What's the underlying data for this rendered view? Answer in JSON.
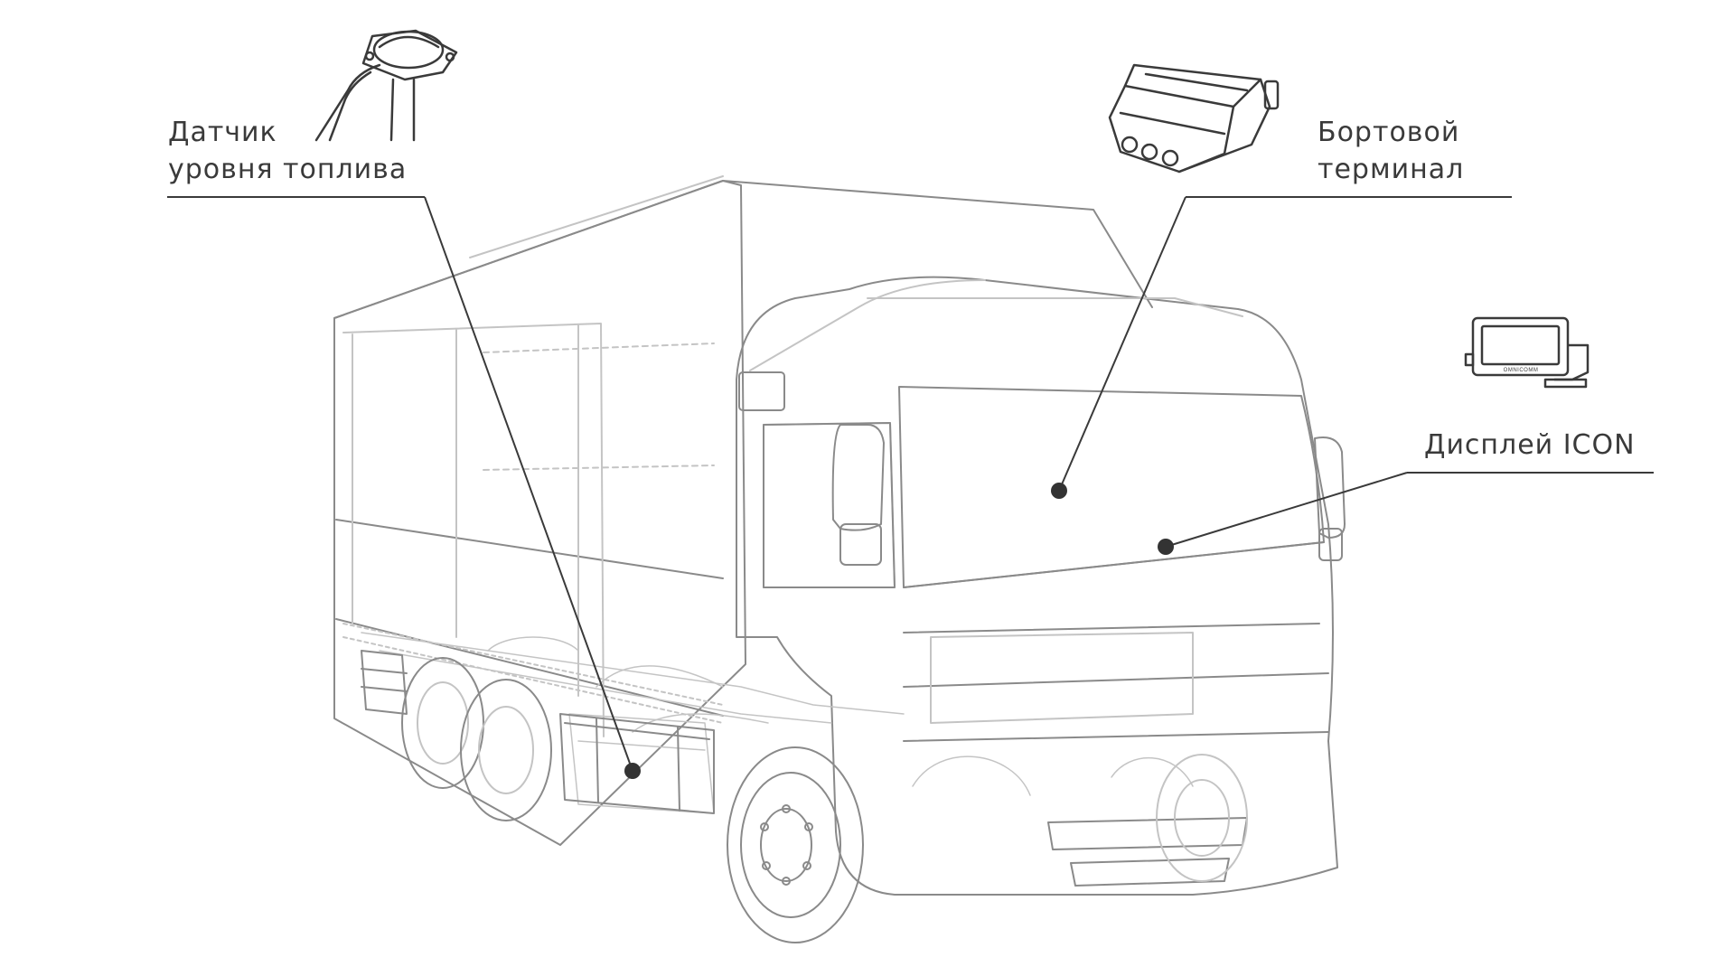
{
  "callouts": {
    "fuel_sensor": {
      "line1": "Датчик",
      "line2": "уровня топлива"
    },
    "terminal": {
      "line1": "Бортовой",
      "line2": "терминал"
    },
    "display": {
      "line1": "Дисплей ICON"
    }
  },
  "display_brand": "OMNICOMM",
  "colors": {
    "line": "#3a3a3a",
    "text": "#3a3a3a",
    "truck": "#8a8a8a",
    "truck_light": "#c4c4c4",
    "dot": "#333333"
  },
  "icons": [
    "fuel-level-sensor-icon",
    "onboard-terminal-icon",
    "icon-display-icon",
    "truck-illustration"
  ]
}
